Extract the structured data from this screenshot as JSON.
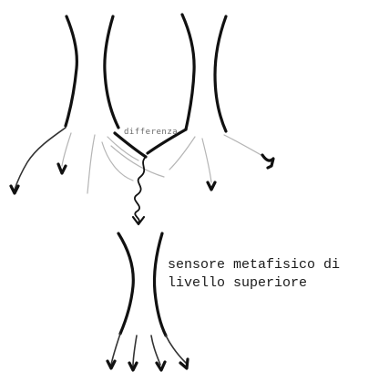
{
  "labels": {
    "difference": "differenza",
    "sensor_line1": "sensore metafisico di",
    "sensor_line2": "livello superiore"
  },
  "colors": {
    "ink": "#111111",
    "ink_mid": "#333333",
    "ink_light": "#b5b5b5",
    "background": "#ffffff"
  }
}
